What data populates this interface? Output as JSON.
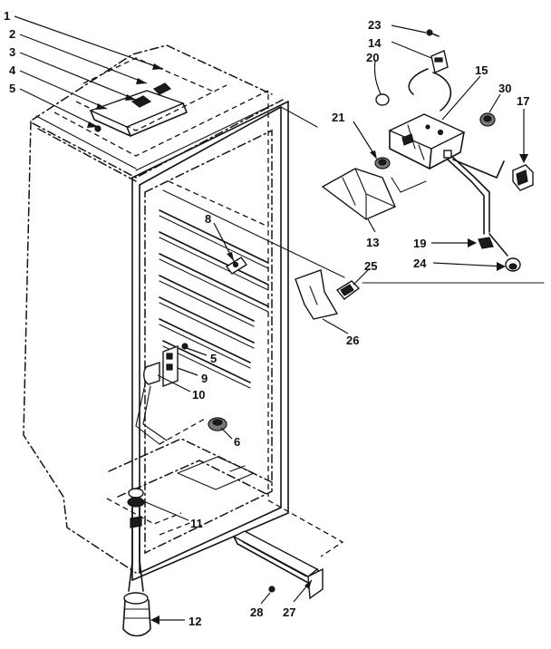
{
  "callouts": [
    {
      "id": "c1",
      "label": "1"
    },
    {
      "id": "c2",
      "label": "2"
    },
    {
      "id": "c3",
      "label": "3"
    },
    {
      "id": "c4",
      "label": "4"
    },
    {
      "id": "c5a",
      "label": "5"
    },
    {
      "id": "c5b",
      "label": "5"
    },
    {
      "id": "c6",
      "label": "6"
    },
    {
      "id": "c8",
      "label": "8"
    },
    {
      "id": "c9",
      "label": "9"
    },
    {
      "id": "c10",
      "label": "10"
    },
    {
      "id": "c11",
      "label": "11"
    },
    {
      "id": "c12",
      "label": "12"
    },
    {
      "id": "c13",
      "label": "13"
    },
    {
      "id": "c14",
      "label": "14"
    },
    {
      "id": "c15",
      "label": "15"
    },
    {
      "id": "c17",
      "label": "17"
    },
    {
      "id": "c19",
      "label": "19"
    },
    {
      "id": "c20",
      "label": "20"
    },
    {
      "id": "c21",
      "label": "21"
    },
    {
      "id": "c23",
      "label": "23"
    },
    {
      "id": "c24",
      "label": "24"
    },
    {
      "id": "c25",
      "label": "25"
    },
    {
      "id": "c26",
      "label": "26"
    },
    {
      "id": "c27",
      "label": "27"
    },
    {
      "id": "c28",
      "label": "28"
    },
    {
      "id": "c30",
      "label": "30"
    }
  ],
  "colors": {
    "ink": "#141414",
    "paper": "#ffffff"
  }
}
